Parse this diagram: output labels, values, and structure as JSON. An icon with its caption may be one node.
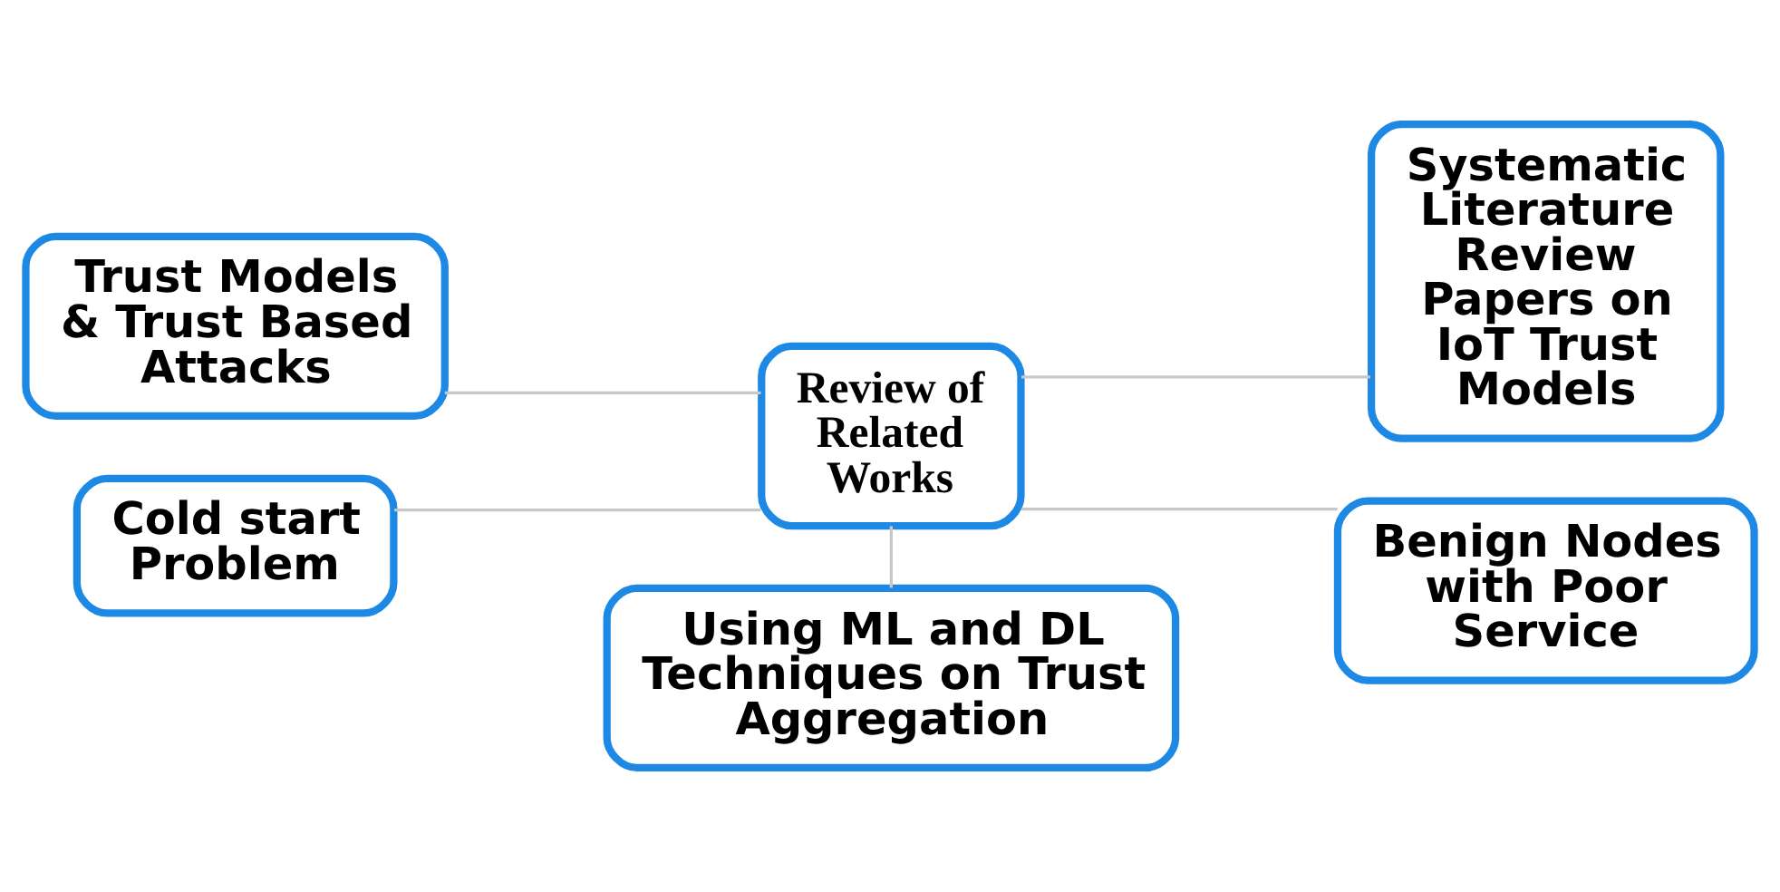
{
  "diagram": {
    "nodes": [
      {
        "text": [
          "Review of Related Works"
        ]
      },
      {
        "text": [
          "Using ML and DL Techniques on Trust Aggregation"
        ]
      },
      {
        "text": [
          "Trust Models & Trust Based Attacks"
        ]
      },
      {
        "text": [
          "Cold start Problem"
        ]
      },
      {
        "text": [
          "Systematic Literature Review Papers on IoT Trust Models"
        ]
      },
      {
        "text": [
          "Benign Nodes with Poor Service"
        ]
      }
    ],
    "edges": [
      {
        "from": 0,
        "to": 1,
        "arrow": "none"
      },
      {
        "from": 0,
        "to": 2,
        "arrow": "none"
      },
      {
        "from": 0,
        "to": 3,
        "arrow": "none"
      },
      {
        "from": 0,
        "to": 4,
        "arrow": "none"
      },
      {
        "from": 0,
        "to": 5,
        "arrow": "none"
      }
    ]
  }
}
